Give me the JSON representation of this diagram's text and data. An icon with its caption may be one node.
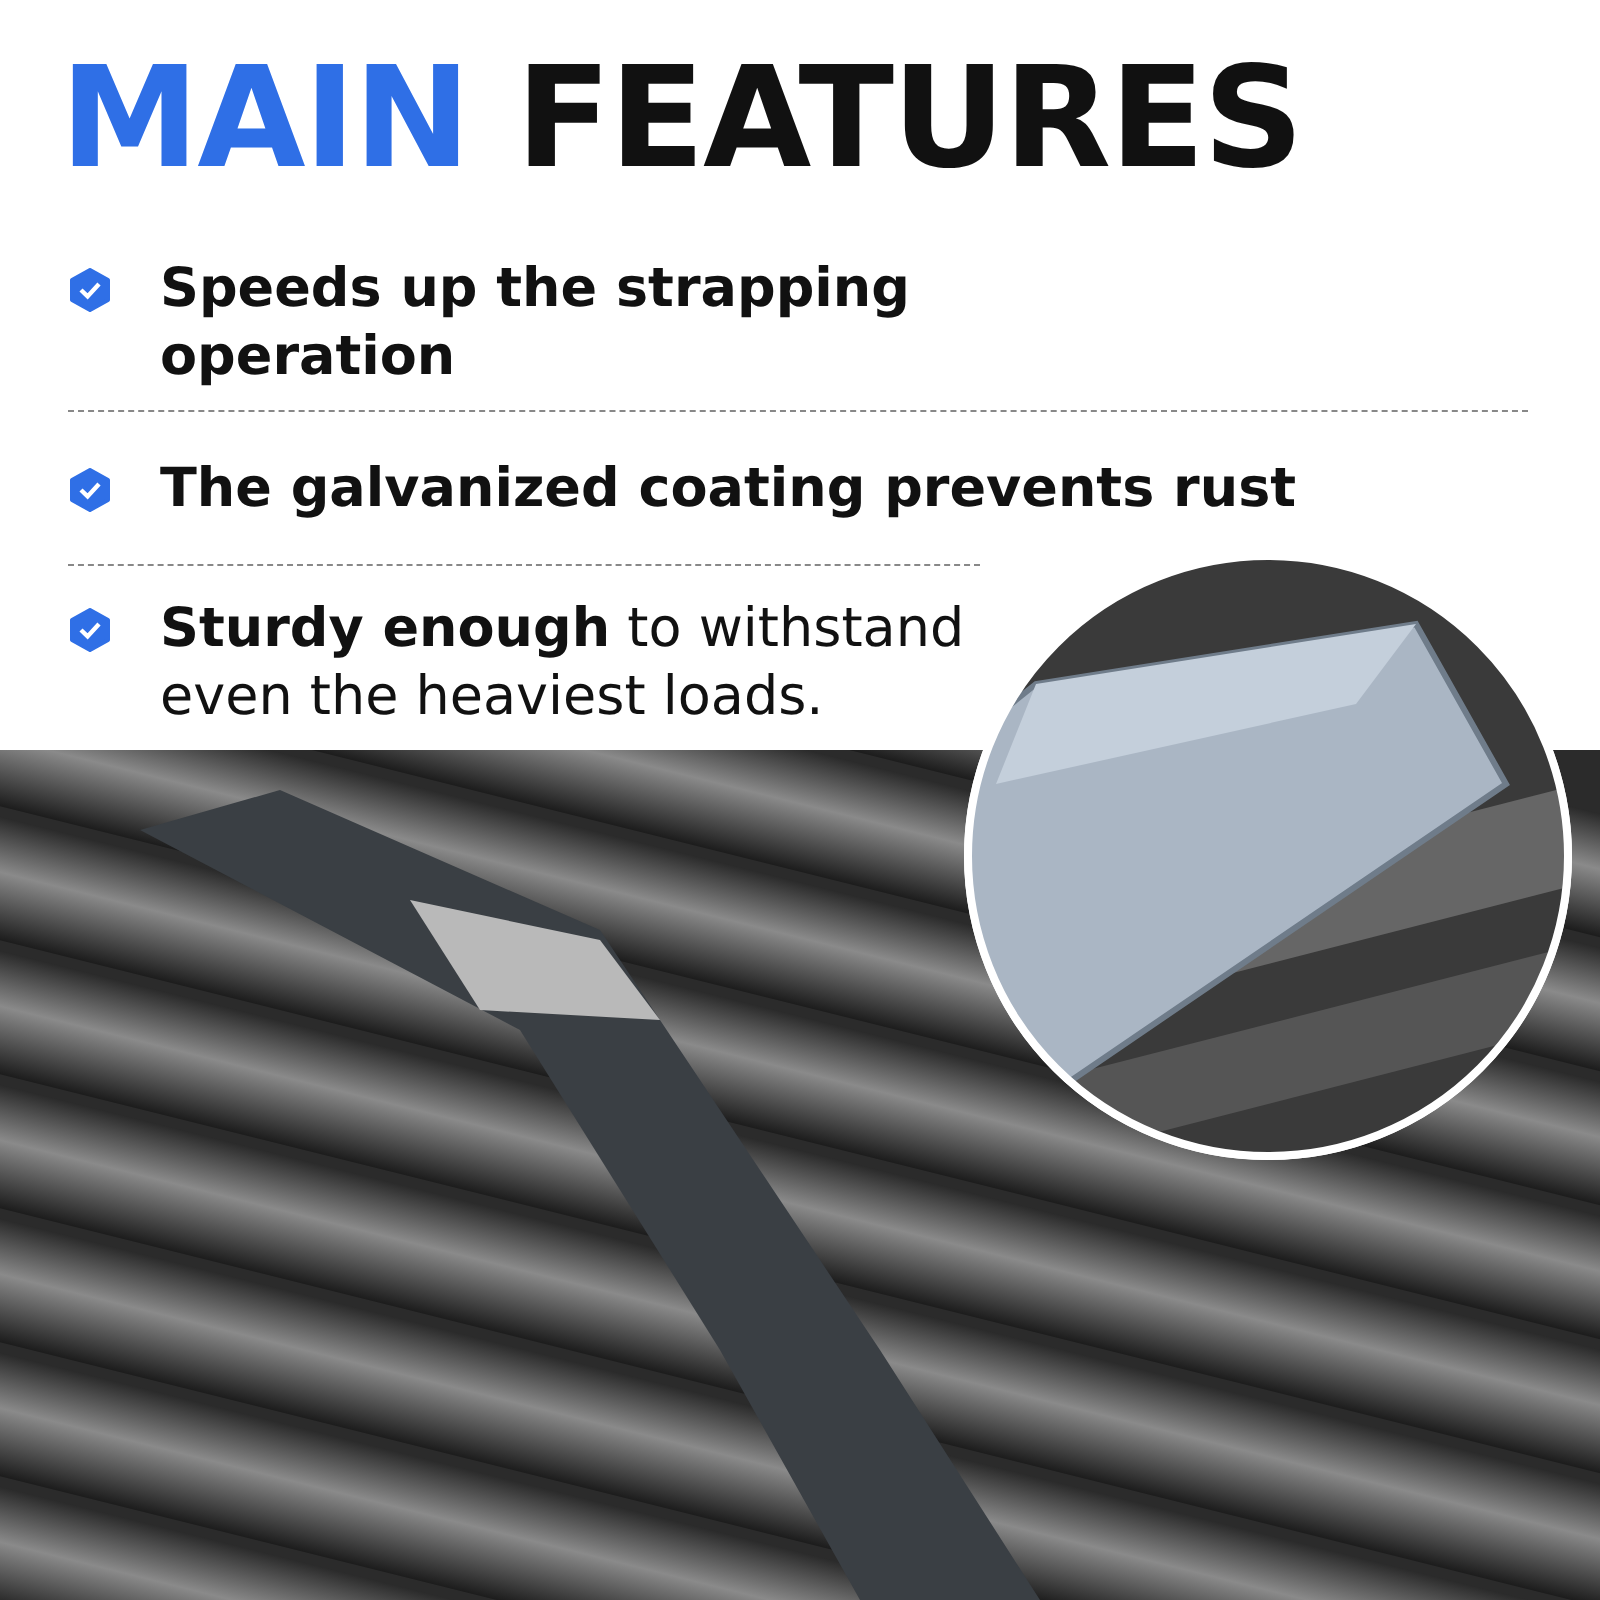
{
  "diagram": {
    "title": "MAIN FEATURES",
    "labels": [
      "Speeds up the strapping operation",
      "The galvanized coating prevents rust",
      "**Sturdy enough** to withstand even the heaviest loads."
    ]
  }
}
